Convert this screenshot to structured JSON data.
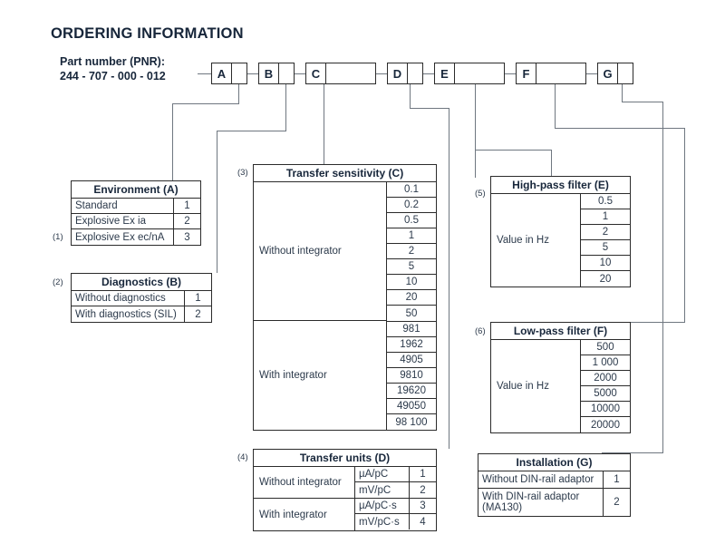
{
  "header": {
    "title": "ORDERING INFORMATION",
    "pnr_label_line1": "Part number (PNR):",
    "pnr_label_line2": "244 - 707 - 000 - 012"
  },
  "code_boxes": [
    {
      "letter": "A",
      "value": ""
    },
    {
      "letter": "B",
      "value": ""
    },
    {
      "letter": "C",
      "value": ""
    },
    {
      "letter": "D",
      "value": ""
    },
    {
      "letter": "E",
      "value": ""
    },
    {
      "letter": "F",
      "value": ""
    },
    {
      "letter": "G",
      "value": ""
    }
  ],
  "footnotes": {
    "n1": "(1)",
    "n2": "(2)",
    "n3": "(3)",
    "n4": "(4)",
    "n5": "(5)",
    "n6": "(6)"
  },
  "tables": {
    "environment": {
      "caption": "Environment (A)",
      "rows": [
        {
          "label": "Standard",
          "code": "1"
        },
        {
          "label": "Explosive Ex ia",
          "code": "2"
        },
        {
          "label": "Explosive Ex ec/nA",
          "code": "3"
        }
      ]
    },
    "diagnostics": {
      "caption": "Diagnostics (B)",
      "rows": [
        {
          "label": "Without diagnostics",
          "code": "1"
        },
        {
          "label": "With diagnostics (SIL)",
          "code": "2"
        }
      ]
    },
    "transfer_sensitivity": {
      "caption": "Transfer sensitivity (C)",
      "groups": [
        {
          "label": "Without integrator",
          "values": [
            "0.1",
            "0.2",
            "0.5",
            "1",
            "2",
            "5",
            "10",
            "20",
            "50"
          ]
        },
        {
          "label": "With integrator",
          "values": [
            "981",
            "1962",
            "4905",
            "9810",
            "19620",
            "49050",
            "98 100"
          ]
        }
      ]
    },
    "transfer_units": {
      "caption": "Transfer units (D)",
      "groups": [
        {
          "label": "Without integrator",
          "rows": [
            {
              "unit": "µA/pC",
              "code": "1"
            },
            {
              "unit": "mV/pC",
              "code": "2"
            }
          ]
        },
        {
          "label": "With integrator",
          "rows": [
            {
              "unit": "µA/pC·s",
              "code": "3"
            },
            {
              "unit": "mV/pC·s",
              "code": "4"
            }
          ]
        }
      ]
    },
    "high_pass": {
      "caption": "High-pass filter (E)",
      "label": "Value in Hz",
      "values": [
        "0.5",
        "1",
        "2",
        "5",
        "10",
        "20"
      ]
    },
    "low_pass": {
      "caption": "Low-pass filter (F)",
      "label": "Value in Hz",
      "values": [
        "500",
        "1 000",
        "2000",
        "5000",
        "10000",
        "20000"
      ]
    },
    "installation": {
      "caption": "Installation (G)",
      "rows": [
        {
          "label": "Without DIN-rail adaptor",
          "code": "1"
        },
        {
          "label": "With DIN-rail adaptor (MA130)",
          "code": "2"
        }
      ]
    }
  },
  "colors": {
    "text": "#17263a",
    "line": "#6f7780",
    "border": "#2b2b2b"
  }
}
